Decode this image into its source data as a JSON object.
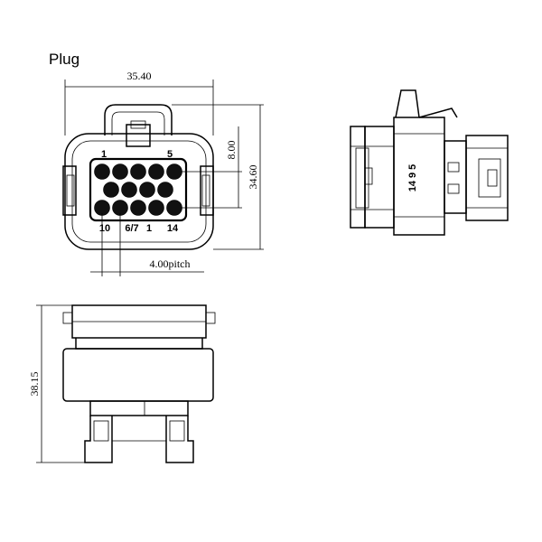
{
  "title": "Plug",
  "dimensions": {
    "width": "35.40",
    "height": "34.60",
    "row_spacing": "8.00",
    "pitch": "4.00pitch",
    "depth": "38.15"
  },
  "pin_labels": {
    "front_top_left": "1",
    "front_top_right": "5",
    "front_bottom_left": "10",
    "front_bottom_mid": "6/7",
    "front_bottom_mid2": "1",
    "front_bottom_right": "14",
    "side_marks": "14 9 5"
  }
}
